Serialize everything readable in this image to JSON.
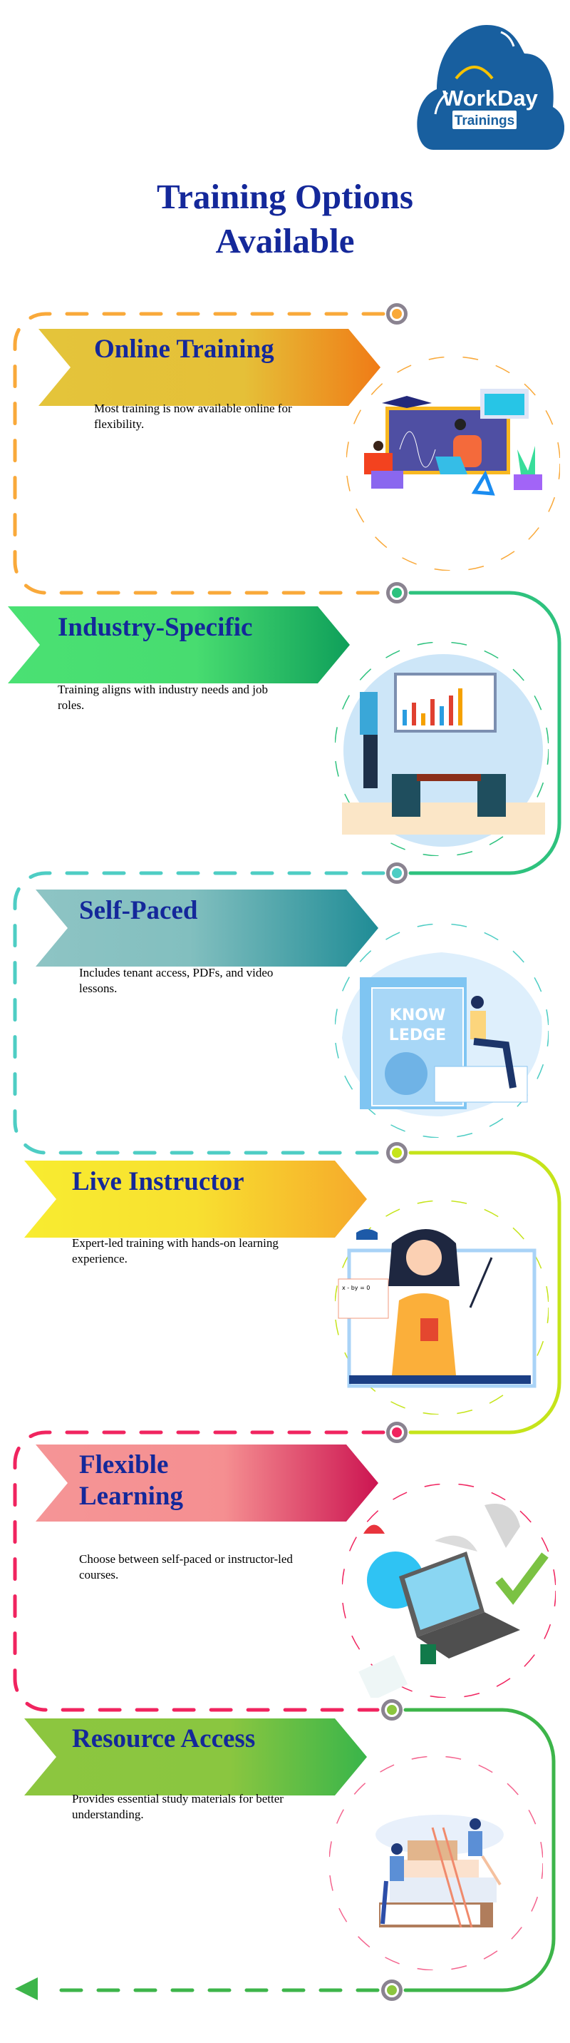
{
  "logo": {
    "brand": "WorkDay",
    "sub": "Trainings"
  },
  "title": {
    "line1": "Training Options",
    "line2": "Available"
  },
  "sections": [
    {
      "title": "Online Training",
      "desc": "Most training is now available online for flexibility.",
      "color": "#f9a93a",
      "icon": "online-classroom-illustration"
    },
    {
      "title": "Industry-Specific",
      "desc": "Training aligns with industry needs and job roles.",
      "color": "#2ec27e",
      "icon": "business-presentation-illustration"
    },
    {
      "title": "Self-Paced",
      "desc": "Includes tenant access, PDFs, and video lessons.",
      "color": "#4ecdc4",
      "icon": "knowledge-book-illustration",
      "book_text1": "KNOW",
      "book_text2": "LEDGE"
    },
    {
      "title": "Live Instructor",
      "desc": "Expert-led training with hands-on learning experience.",
      "color": "#c5e41a",
      "icon": "video-teacher-illustration",
      "board_text": "x - by = 0"
    },
    {
      "title_line1": "Flexible",
      "title_line2": "Learning",
      "desc": "Choose between self-paced or instructor-led courses.",
      "color": "#f0245f",
      "icon": "laptop-study-illustration"
    },
    {
      "title": "Resource Access",
      "desc": "Provides essential study materials for better understanding.",
      "color": "#3db54a",
      "icon": "reading-books-illustration"
    }
  ]
}
